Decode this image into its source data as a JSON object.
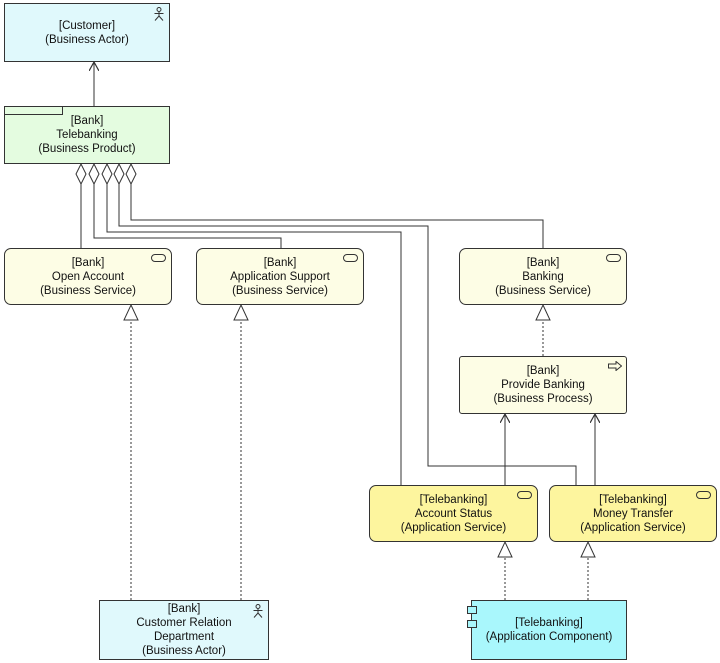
{
  "nodes": {
    "customer": {
      "line1": "[Customer]",
      "line2": "(Business Actor)"
    },
    "telebanking": {
      "line1": "[Bank]",
      "line2": "Telebanking",
      "line3": "(Business Product)"
    },
    "open_account": {
      "line1": "[Bank]",
      "line2": "Open Account",
      "line3": "(Business Service)"
    },
    "app_support": {
      "line1": "[Bank]",
      "line2": "Application Support",
      "line3": "(Business Service)"
    },
    "banking": {
      "line1": "[Bank]",
      "line2": "Banking",
      "line3": "(Business Service)"
    },
    "provide_banking": {
      "line1": "[Bank]",
      "line2": "Provide Banking",
      "line3": "(Business Process)"
    },
    "account_status": {
      "line1": "[Telebanking]",
      "line2": "Account Status",
      "line3": "(Application Service)"
    },
    "money_transfer": {
      "line1": "[Telebanking]",
      "line2": "Money Transfer",
      "line3": "(Application Service)"
    },
    "crd": {
      "line1": "[Bank]",
      "line2": "Customer Relation",
      "line3": "Department",
      "line4": "(Business Actor)"
    },
    "app_component": {
      "line1": "[Telebanking]",
      "line2": "(Application Component)"
    }
  },
  "colors": {
    "business_actor": "#e0f9fc",
    "business_product": "#e4fce0",
    "business_service": "#fdfde5",
    "application_service": "#fdf59e",
    "application_component": "#a9f7fc",
    "stroke": "#333333"
  },
  "icons": [
    "actor-icon",
    "service-icon",
    "process-icon",
    "product-tab-icon",
    "component-icon"
  ]
}
